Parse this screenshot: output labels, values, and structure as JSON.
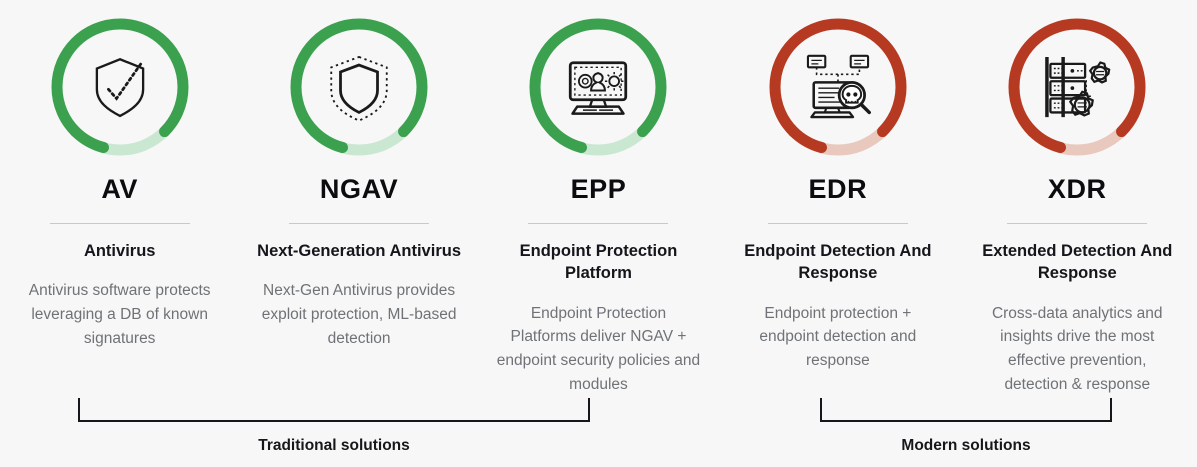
{
  "background_color": "#f7f7f7",
  "palette": {
    "green_solid": "#3ba14e",
    "green_light": "#c9e7d1",
    "red_solid": "#b63a21",
    "red_light": "#e9c8bd",
    "text_dark": "#15151b",
    "text_muted": "#6f7276",
    "divider": "#c9c9c9"
  },
  "columns": [
    {
      "acronym": "AV",
      "full_name": "Antivirus",
      "description": "Antivirus software protects leveraging a DB of known signatures",
      "icon": "shield-check-icon",
      "ring_color": "#3ba14e",
      "ring_track_color": "#c9e7d1",
      "ring_fill_percent": 75
    },
    {
      "acronym": "NGAV",
      "full_name": "Next-Generation Antivirus",
      "description": "Next-Gen Antivirus provides exploit protection, ML-based detection",
      "icon": "shield-dashed-icon",
      "ring_color": "#3ba14e",
      "ring_track_color": "#c9e7d1",
      "ring_fill_percent": 75
    },
    {
      "acronym": "EPP",
      "full_name": "Endpoint Protection Platform",
      "description": "Endpoint Protection Platforms deliver NGAV + endpoint security policies and modules",
      "icon": "desktop-malware-icon",
      "ring_color": "#3ba14e",
      "ring_track_color": "#c9e7d1",
      "ring_fill_percent": 75
    },
    {
      "acronym": "EDR",
      "full_name": "Endpoint Detection And Response",
      "description": "Endpoint protection + endpoint detection and response",
      "icon": "endpoint-threat-search-icon",
      "ring_color": "#b63a21",
      "ring_track_color": "#e9c8bd",
      "ring_fill_percent": 75
    },
    {
      "acronym": "XDR",
      "full_name": "Extended Detection And Response",
      "description": "Cross-data analytics and insights drive the most effective prevention, detection & response",
      "icon": "server-gears-icon",
      "ring_color": "#b63a21",
      "ring_track_color": "#e9c8bd",
      "ring_fill_percent": 75
    }
  ],
  "brackets": [
    {
      "label": "Traditional solutions",
      "covers": [
        "AV",
        "NGAV",
        "EPP"
      ]
    },
    {
      "label": "Modern solutions",
      "covers": [
        "EDR",
        "XDR"
      ]
    }
  ]
}
